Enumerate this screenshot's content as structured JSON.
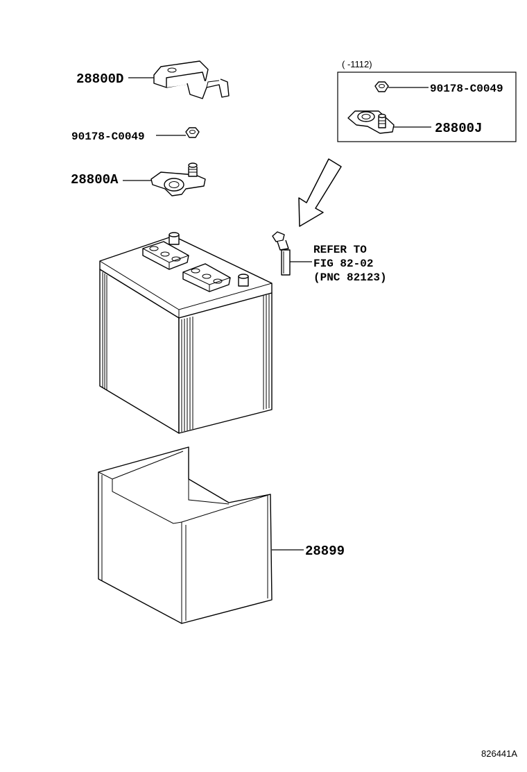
{
  "labels": {
    "terminal_cover": "28800D",
    "nut_left": "90178-C0049",
    "terminal_positive": "28800A",
    "inset_note": "( -1112)",
    "nut_inset": "90178-C0049",
    "terminal_inset": "28800J",
    "refer_line1": "REFER TO",
    "refer_line2": "FIG 82-02",
    "refer_line3": "(PNC 82123)",
    "tray": "28899",
    "figure_code": "826441A"
  }
}
